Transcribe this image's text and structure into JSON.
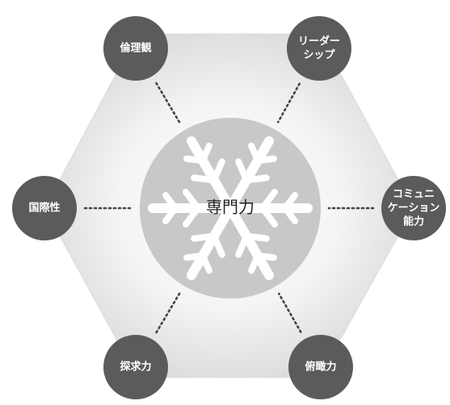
{
  "diagram": {
    "center": {
      "label": "専門力",
      "icon": "snowflake-icon"
    },
    "nodes": [
      {
        "id": "ethics",
        "lines": [
          "倫理観"
        ]
      },
      {
        "id": "leadership",
        "lines": [
          "リーダー",
          "シップ"
        ]
      },
      {
        "id": "communication",
        "lines": [
          "コミュニ",
          "ケーション",
          "能力"
        ]
      },
      {
        "id": "panoramic",
        "lines": [
          "俯瞰力"
        ]
      },
      {
        "id": "inquiry",
        "lines": [
          "探求力"
        ]
      },
      {
        "id": "international",
        "lines": [
          "国際性"
        ]
      }
    ],
    "colors": {
      "node_fill": "#5b5b5b",
      "node_text": "#ffffff",
      "center_fill": "#c8c8c8",
      "snowflake": "#ffffff",
      "hexagon_edge": "#dcdcdc",
      "dots": "#444444"
    }
  }
}
